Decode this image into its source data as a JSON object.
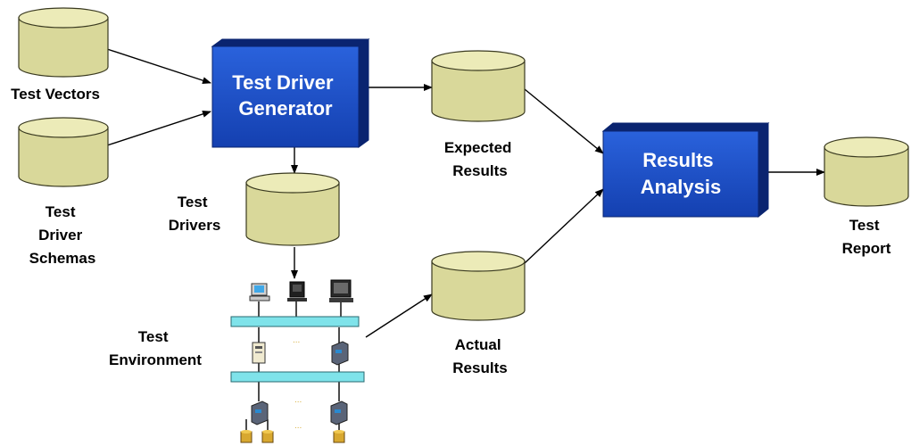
{
  "colors": {
    "cylinder_body": "#d9d89a",
    "cylinder_top": "#ecebb8",
    "cylinder_edge": "#3a3a20",
    "box_fill": "#1749c2",
    "box_dark": "#0a2470",
    "box_text": "#ffffff",
    "network_bar": "#7fe3ea",
    "edge": "#000000"
  },
  "boxes": {
    "generator": [
      "Test Driver",
      "Generator"
    ],
    "analysis": [
      "Results",
      "Analysis"
    ]
  },
  "labels": {
    "test_vectors": [
      "Test Vectors"
    ],
    "test_driver_schemas": [
      "Test",
      "Driver",
      "Schemas"
    ],
    "test_drivers": [
      "Test",
      "Drivers"
    ],
    "expected_results": [
      "Expected",
      "Results"
    ],
    "actual_results": [
      "Actual",
      "Results"
    ],
    "test_report": [
      "Test",
      "Report"
    ],
    "test_environment": [
      "Test",
      "Environment"
    ]
  },
  "icons": {
    "datastore": "cylinder-icon",
    "workstation": "computer-icon",
    "server": "server-icon",
    "storage": "database-icon"
  }
}
